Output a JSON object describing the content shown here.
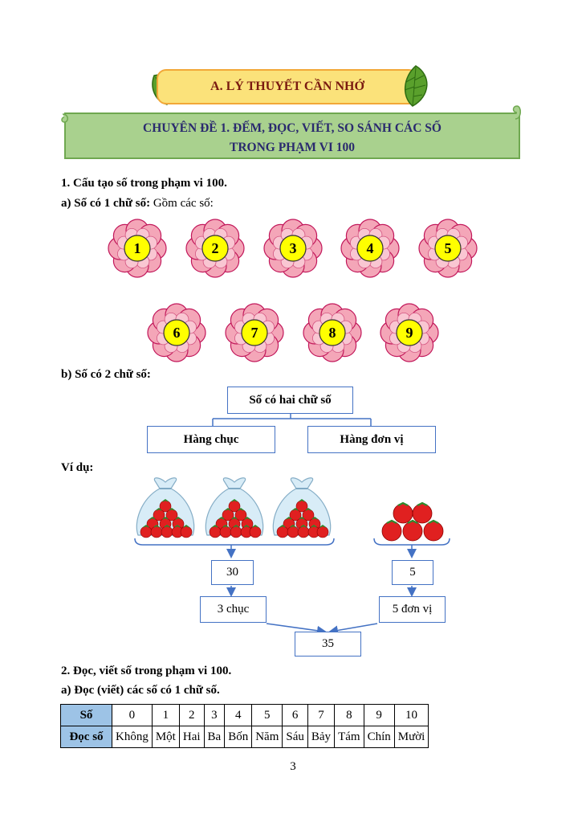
{
  "header": {
    "title": "A. LÝ THUYẾT CẦN NHỚ"
  },
  "topic": {
    "line1": "CHUYÊN ĐỀ 1. ĐẾM, ĐỌC, VIẾT,  SO SÁNH CÁC SỐ",
    "line2": "TRONG PHẠM VI 100"
  },
  "section1": {
    "title": "1. Cấu tạo số trong phạm vi 100.",
    "a_label": "a) Số có 1 chữ số:",
    "a_text": " Gồm các số:",
    "digits": [
      "1",
      "2",
      "3",
      "4",
      "5",
      "6",
      "7",
      "8",
      "9"
    ],
    "b_label": "b) Số có 2 chữ số:",
    "diagram": {
      "top": "Số có hai chữ số",
      "left": "Hàng chục",
      "right": "Hàng đơn vị"
    },
    "example_label": "Ví dụ:",
    "example": {
      "tens_value": "30",
      "tens_text": "3 chục",
      "ones_value": "5",
      "ones_text": "5 đơn vị",
      "total": "35"
    }
  },
  "section2": {
    "title": "2. Đọc, viết số trong phạm vi 100.",
    "a_label": "a) Đọc (viết) các số có 1 chữ số.",
    "table": {
      "row1_header": "Số",
      "row2_header": "Đọc số",
      "numbers": [
        "0",
        "1",
        "2",
        "3",
        "4",
        "5",
        "6",
        "7",
        "8",
        "9",
        "10"
      ],
      "words": [
        "Không",
        "Một",
        "Hai",
        "Ba",
        "Bốn",
        "Năm",
        "Sáu",
        "Bảy",
        "Tám",
        "Chín",
        "Mười"
      ]
    }
  },
  "page_number": "3",
  "colors": {
    "banner": "#fbe27a",
    "topic": "#a9d18e",
    "flower": "#f4a6b8",
    "flower_center": "#ffff00",
    "box_border": "#4472c4",
    "table_header": "#9dc3e6"
  },
  "icons": {
    "banner_left": "leaf-icon",
    "banner_right": "leaf-icon",
    "flower": "flower-icon",
    "bag": "tomato-bag-icon",
    "tomatoes": "tomato-pile-icon"
  }
}
